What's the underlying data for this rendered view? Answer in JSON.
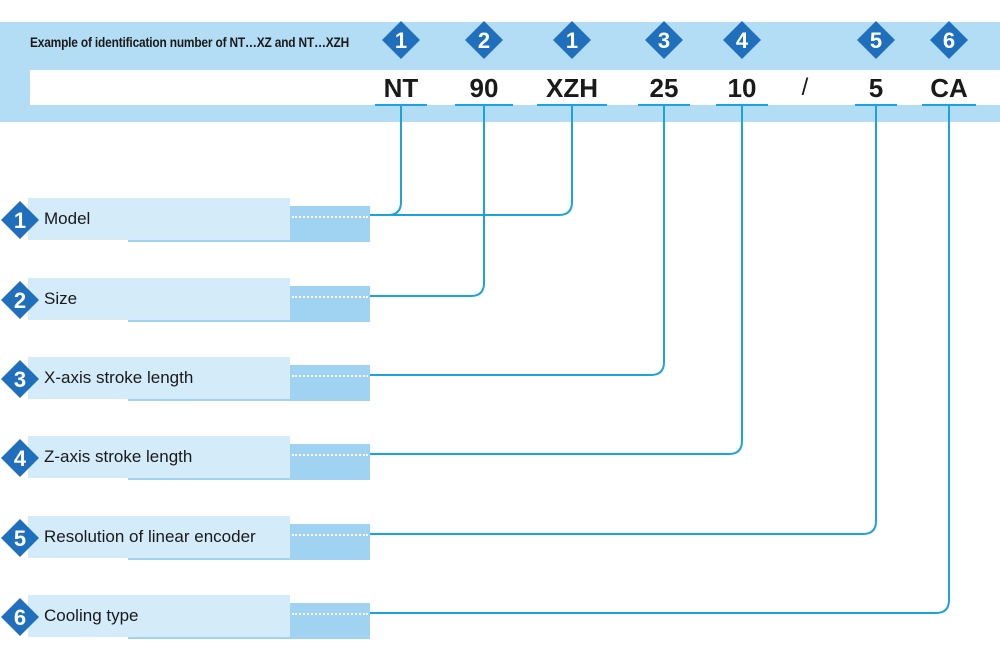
{
  "header": {
    "title": "Example of identification number of NT…XZ and NT…XZH"
  },
  "code_segments": [
    {
      "text": "NT",
      "badge": "1"
    },
    {
      "text": "90",
      "badge": "2"
    },
    {
      "text": "XZH",
      "badge": "1"
    },
    {
      "text": "25",
      "badge": "3"
    },
    {
      "text": "10",
      "badge": "4"
    },
    {
      "text": "/",
      "badge": ""
    },
    {
      "text": "5",
      "badge": "5"
    },
    {
      "text": "CA",
      "badge": "6"
    }
  ],
  "labels": [
    {
      "num": "1",
      "text": "Model"
    },
    {
      "num": "2",
      "text": "Size"
    },
    {
      "num": "3",
      "text": "X-axis stroke length"
    },
    {
      "num": "4",
      "text": "Z-axis stroke length"
    },
    {
      "num": "5",
      "text": "Resolution of linear encoder"
    },
    {
      "num": "6",
      "text": "Cooling type"
    }
  ],
  "colors": {
    "badge": "#1f6fbd",
    "connector": "#1aa3de",
    "band": "#b3dcf5"
  },
  "icons": {
    "badge_shape": "diamond-number-icon"
  }
}
